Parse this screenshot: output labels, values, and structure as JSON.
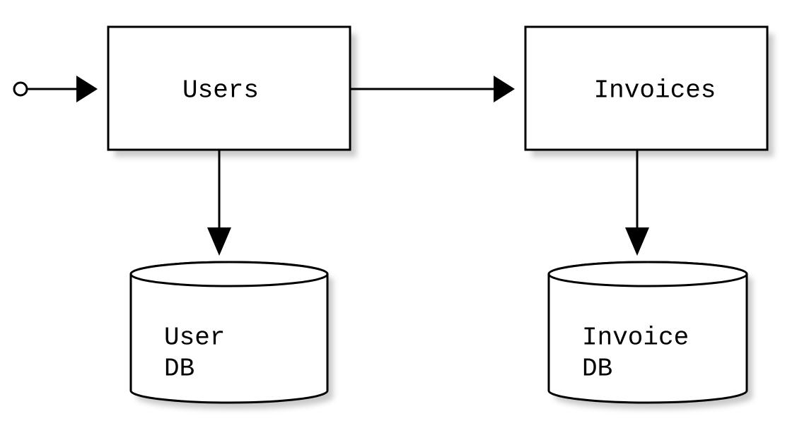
{
  "diagram": {
    "colors": {
      "stroke": "#000000",
      "fill": "#ffffff",
      "shadow": "#8a8a8a"
    },
    "nodes": {
      "users": {
        "label": "Users"
      },
      "invoices": {
        "label": "Invoices"
      },
      "user_db": {
        "line1": "User",
        "line2": "DB"
      },
      "invoice_db": {
        "line1": "Invoice",
        "line2": "DB"
      }
    }
  }
}
